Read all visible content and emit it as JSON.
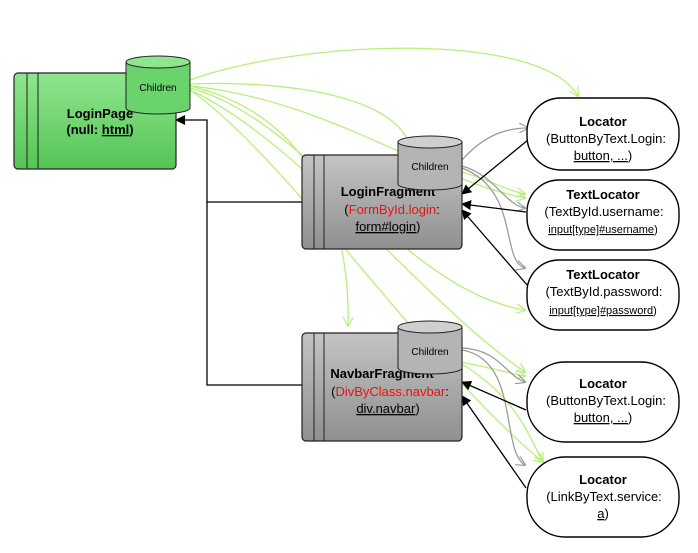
{
  "colors": {
    "page_green": "#6bd36b",
    "fragment_grey": "#a8a8a8",
    "green_edge": "#b6f07a",
    "grey_edge": "#9c9c9c",
    "black_edge": "#000000",
    "red_text": "#ee1111"
  },
  "login_page": {
    "title": "LoginPage",
    "locator_prefix": "(null: ",
    "locator_link": "html",
    "locator_suffix": ")",
    "children_label": "Children"
  },
  "login_fragment": {
    "title": "LoginFragment",
    "locator_prefix": "(",
    "locator_red": "FormById.login",
    "locator_colon": ":",
    "locator_link": "form#login",
    "locator_suffix": ")",
    "children_label": "Children"
  },
  "navbar_fragment": {
    "title": "NavbarFragment",
    "locator_prefix": "(",
    "locator_red": "DivByClass.navbar",
    "locator_colon": ":",
    "locator_link": "div.navbar",
    "locator_suffix": ")",
    "children_label": "Children"
  },
  "locators": [
    {
      "title": "Locator",
      "line1": "(ButtonByText.Login:",
      "link": "button, ...",
      "suffix": ")"
    },
    {
      "title": "TextLocator",
      "line1": "(TextById.username:",
      "link": "input[type]#username",
      "suffix": ")"
    },
    {
      "title": "TextLocator",
      "line1": "(TextById.password:",
      "link": "input[type]#password",
      "suffix": ")"
    },
    {
      "title": "Locator",
      "line1": "(ButtonByText.Login:",
      "link": "button, ...",
      "suffix": ")"
    },
    {
      "title": "Locator",
      "line1": "(LinkByText.service:",
      "link": "a",
      "suffix": ")"
    }
  ]
}
